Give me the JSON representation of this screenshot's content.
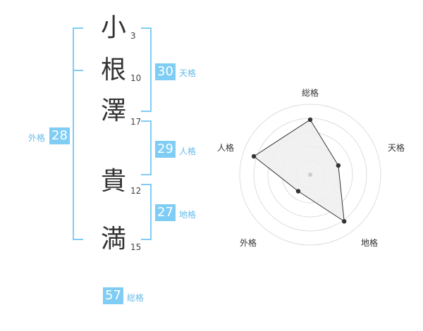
{
  "name_chars": [
    {
      "char": "小",
      "strokes": "3"
    },
    {
      "char": "根",
      "strokes": "10"
    },
    {
      "char": "澤",
      "strokes": "17"
    },
    {
      "char": "貴",
      "strokes": "12"
    },
    {
      "char": "満",
      "strokes": "15"
    }
  ],
  "scores": {
    "tenkaku": {
      "value": "30",
      "label": "天格"
    },
    "jinkaku": {
      "value": "29",
      "label": "人格"
    },
    "chikaku": {
      "value": "27",
      "label": "地格"
    },
    "gaikaku": {
      "value": "28",
      "label": "外格"
    },
    "soukaku": {
      "value": "57",
      "label": "総格"
    }
  },
  "chart_data": {
    "type": "radar",
    "axes": [
      "総格",
      "天格",
      "地格",
      "外格",
      "人格"
    ],
    "values": [
      0.78,
      0.42,
      0.82,
      0.29,
      0.84
    ],
    "rmax": 1,
    "grid_rings": 5,
    "colors": {
      "fill": "#eeeeee",
      "line": "#333333",
      "grid": "#dddddd",
      "accent": "#7fcdf4"
    }
  }
}
